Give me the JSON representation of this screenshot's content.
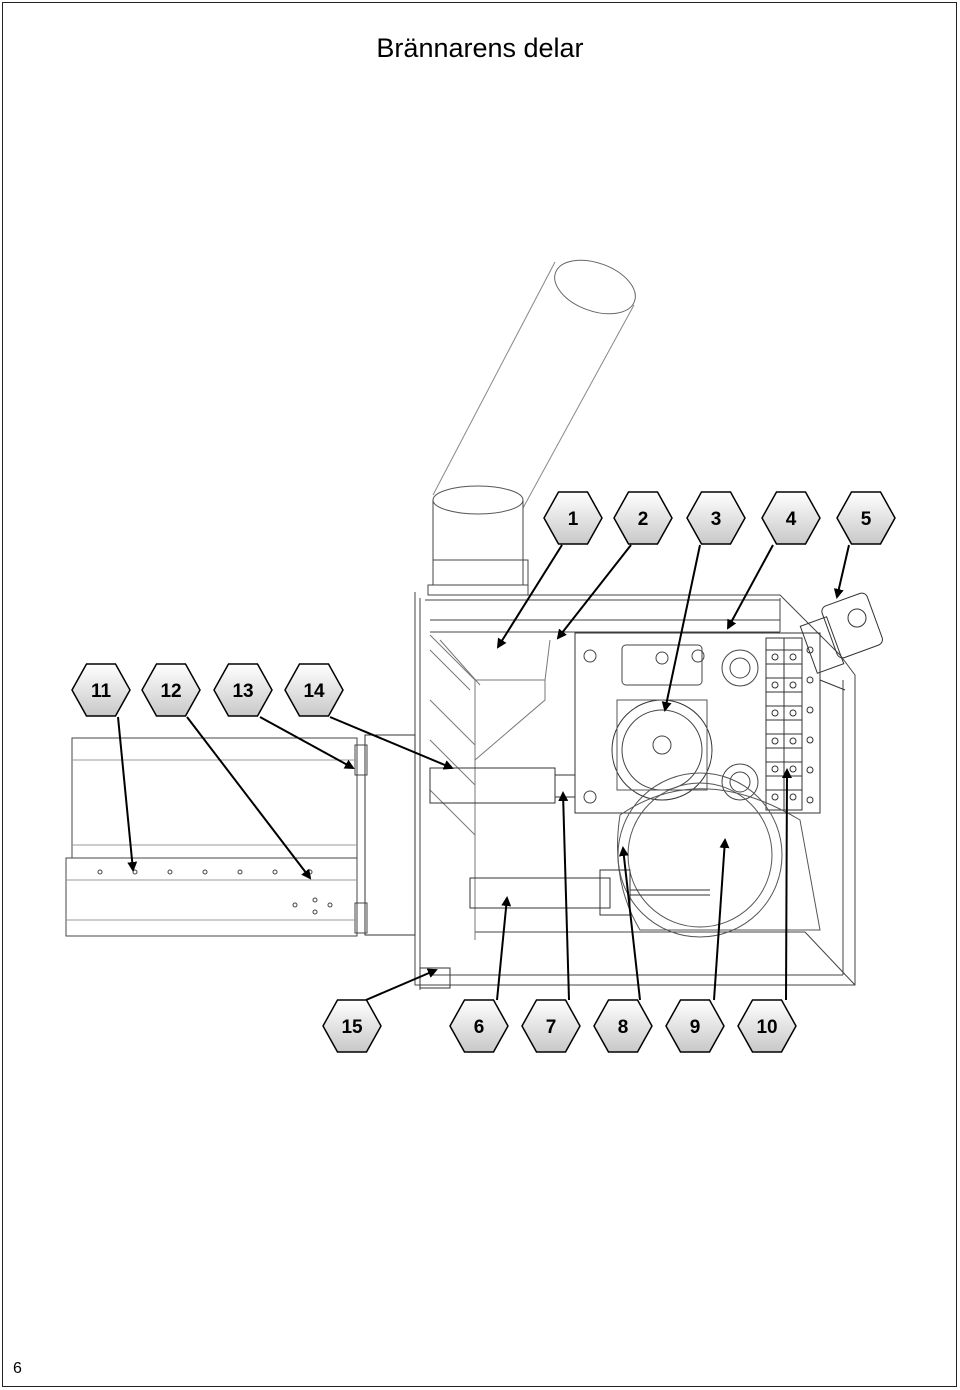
{
  "page": {
    "title": "Brännarens delar",
    "page_number": "6"
  },
  "callouts": [
    {
      "id": "callout-1",
      "label": "1"
    },
    {
      "id": "callout-2",
      "label": "2"
    },
    {
      "id": "callout-3",
      "label": "3"
    },
    {
      "id": "callout-4",
      "label": "4"
    },
    {
      "id": "callout-5",
      "label": "5"
    },
    {
      "id": "callout-11",
      "label": "11"
    },
    {
      "id": "callout-12",
      "label": "12"
    },
    {
      "id": "callout-13",
      "label": "13"
    },
    {
      "id": "callout-14",
      "label": "14"
    },
    {
      "id": "callout-15",
      "label": "15"
    },
    {
      "id": "callout-6",
      "label": "6"
    },
    {
      "id": "callout-7",
      "label": "7"
    },
    {
      "id": "callout-8",
      "label": "8"
    },
    {
      "id": "callout-9",
      "label": "9"
    },
    {
      "id": "callout-10",
      "label": "10"
    }
  ]
}
